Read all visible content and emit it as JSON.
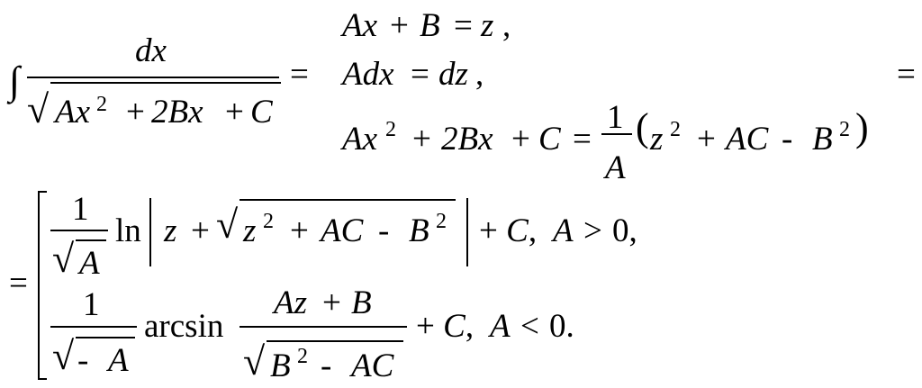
{
  "formula": {
    "integral_sign": "∫",
    "numerator_dx": "dx",
    "radicand_A": "Ax",
    "exp_2": "2",
    "plus": "+",
    "minus": "-",
    "radicand_tail": "2Bx",
    "C": "C",
    "eq": "=",
    "cond1_lhs": "Ax",
    "cond1_B": "B",
    "cond1_rhs": "z",
    "comma": ",",
    "cond2_lhs": "Adx",
    "cond2_rhs": "dz",
    "cond3_lhs_A": "Ax",
    "cond3_2Bx": "2Bx",
    "one": "1",
    "A": "A",
    "lparen": "(",
    "rparen": ")",
    "z": "z",
    "AC": "AC",
    "B": "B",
    "ln": "ln",
    "plus_C": "+ C,",
    "A_gt": "A",
    "gt": ">",
    "zero": "0",
    "arcsin": "arcsin",
    "Az": "Az",
    "lt": "<",
    "period": ".",
    "neg": "-"
  }
}
